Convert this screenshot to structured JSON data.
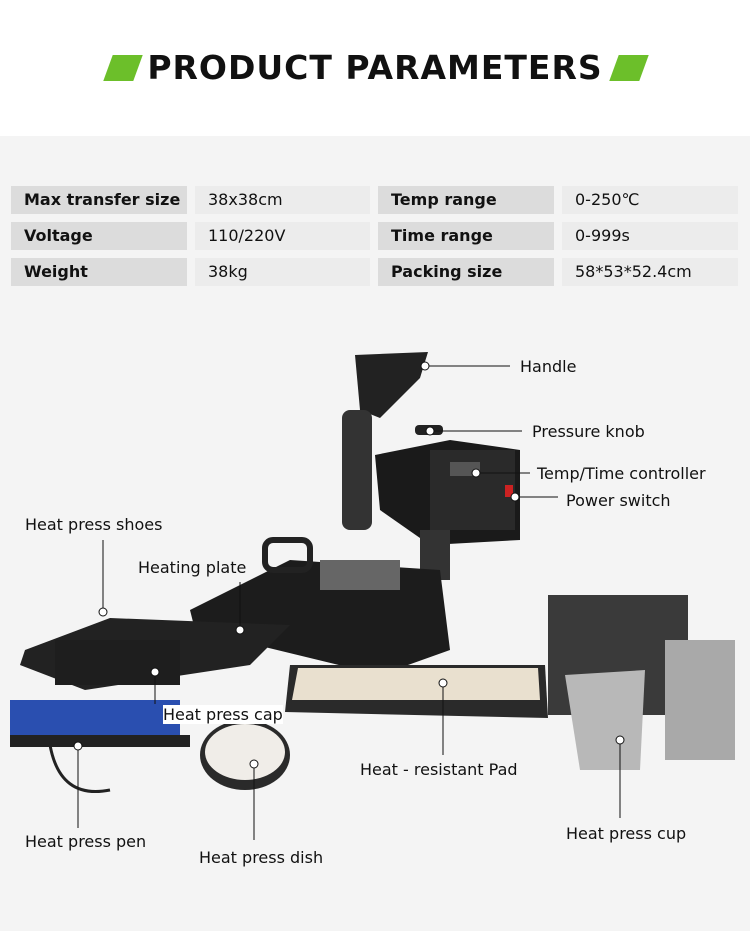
{
  "header": {
    "title": "PRODUCT PARAMETERS",
    "accent": "#6cbf2a"
  },
  "params": [
    {
      "label": "Max transfer size",
      "value": "38x38cm"
    },
    {
      "label": "Temp range",
      "value": "0-250℃"
    },
    {
      "label": "Voltage",
      "value": "110/220V"
    },
    {
      "label": "Time range",
      "value": "0-999s"
    },
    {
      "label": "Weight",
      "value": "38kg"
    },
    {
      "label": "Packing size",
      "value": "58*53*52.4cm"
    }
  ],
  "callouts": {
    "handle": "Handle",
    "pressure_knob": "Pressure knob",
    "controller": "Temp/Time controller",
    "power_switch": "Power switch",
    "shoes": "Heat press shoes",
    "heating_plate": "Heating plate",
    "cap": "Heat press cap",
    "pad": "Heat - resistant Pad",
    "cup": "Heat press cup",
    "pen": "Heat press pen",
    "dish": "Heat press dish"
  }
}
